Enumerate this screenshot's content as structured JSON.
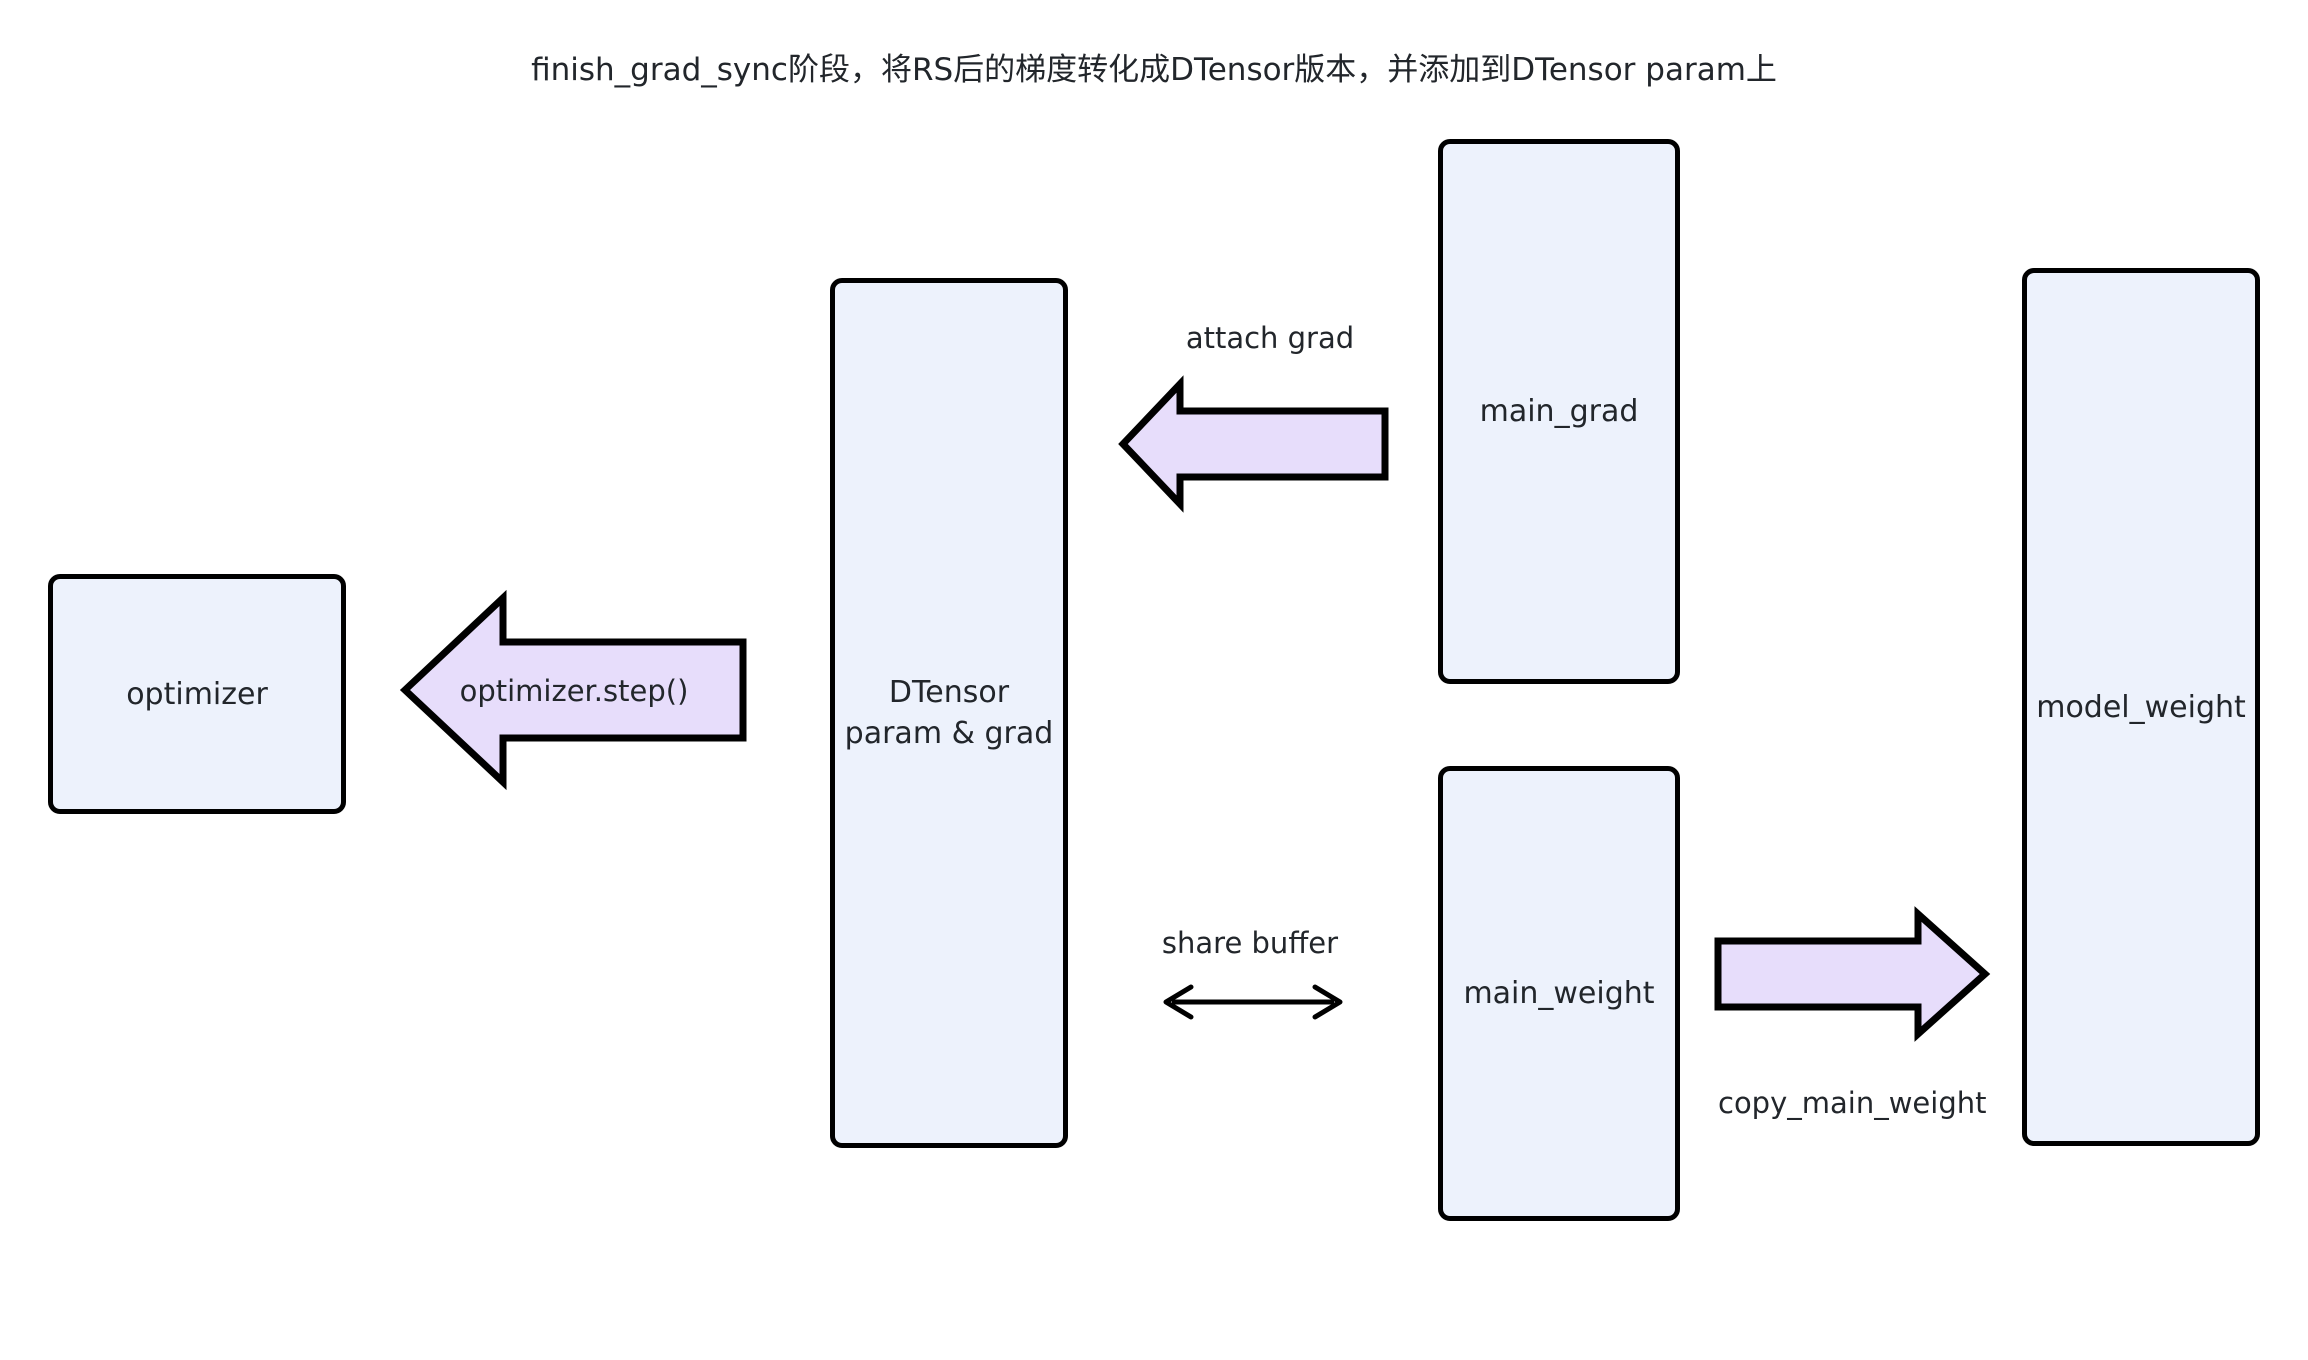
{
  "diagram": {
    "title": "finish_grad_sync阶段，将RS后的梯度转化成DTensor版本，并添加到DTensor param上",
    "colors": {
      "node_fill": "#edf2fc",
      "node_stroke": "#000000",
      "arrow_fill": "#e7ddfb",
      "arrow_stroke": "#000000",
      "text": "#22262b",
      "background": "#ffffff"
    },
    "nodes": [
      {
        "id": "optimizer",
        "label": "optimizer"
      },
      {
        "id": "dtensor",
        "label": "DTensor\nparam & grad"
      },
      {
        "id": "main_grad",
        "label": "main_grad"
      },
      {
        "id": "main_weight",
        "label": "main_weight"
      },
      {
        "id": "model_weight",
        "label": "model_weight"
      }
    ],
    "edges": [
      {
        "id": "optimizer_step",
        "label": "optimizer.step()",
        "from": "dtensor",
        "to": "optimizer",
        "style": "block-arrow",
        "direction": "left"
      },
      {
        "id": "attach_grad",
        "label": "attach grad",
        "from": "main_grad",
        "to": "dtensor",
        "style": "block-arrow",
        "direction": "left"
      },
      {
        "id": "share_buffer",
        "label": "share buffer",
        "from": "dtensor",
        "to": "main_weight",
        "style": "thin-double-arrow",
        "direction": "both"
      },
      {
        "id": "copy_main_weight",
        "label": "copy_main_weight",
        "from": "main_weight",
        "to": "model_weight",
        "style": "block-arrow",
        "direction": "right"
      }
    ]
  }
}
